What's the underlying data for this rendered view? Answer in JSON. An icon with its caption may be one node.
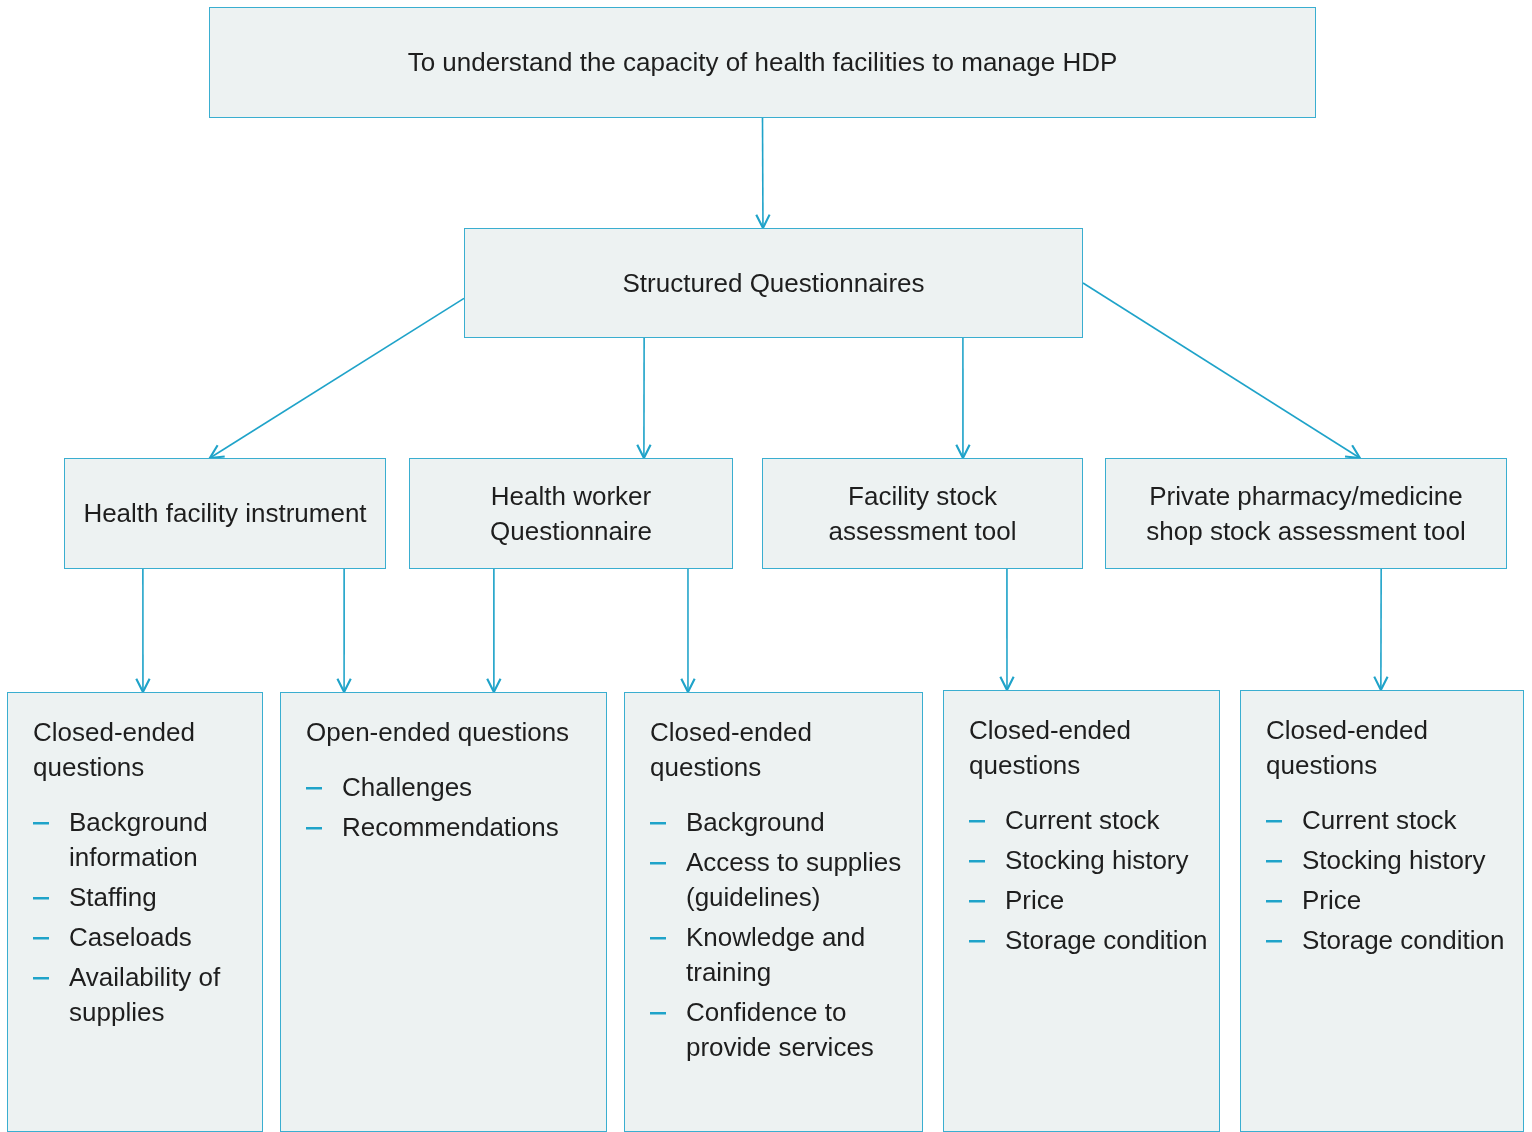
{
  "diagram": {
    "nodes": [
      {
        "text": [
          "To understand the capacity of health facilities to manage HDP"
        ]
      },
      {
        "text": [
          "Structured Questionnaires"
        ]
      },
      {
        "text": [
          "Health facility instrument"
        ]
      },
      {
        "text": [
          "Health worker Questionnaire"
        ]
      },
      {
        "text": [
          "Facility stock assessment tool"
        ]
      },
      {
        "text": [
          "Private pharmacy/medicine shop stock assessment tool"
        ]
      },
      {
        "text": [
          "Closed-ended questions",
          "Background information",
          "Staffing",
          "Caseloads",
          "Availability of supplies"
        ]
      },
      {
        "text": [
          "Open-ended questions",
          "Challenges",
          "Recommendations"
        ]
      },
      {
        "text": [
          "Closed-ended questions",
          "Background",
          "Access to supplies (guidelines)",
          "Knowledge and training",
          "Confidence to provide services"
        ]
      },
      {
        "text": [
          "Closed-ended questions",
          "Current stock",
          "Stocking history",
          "Price",
          "Storage condition"
        ]
      },
      {
        "text": [
          "Closed-ended questions",
          "Current stock",
          "Stocking history",
          "Price",
          "Storage condition"
        ]
      }
    ],
    "edges": [
      {
        "from": 0,
        "to": 1,
        "arrow": "to"
      },
      {
        "from": 1,
        "to": 2,
        "arrow": "to"
      },
      {
        "from": 1,
        "to": 3,
        "arrow": "to"
      },
      {
        "from": 1,
        "to": 4,
        "arrow": "to"
      },
      {
        "from": 1,
        "to": 5,
        "arrow": "to"
      },
      {
        "from": 2,
        "to": 6,
        "arrow": "to"
      },
      {
        "from": 2,
        "to": 7,
        "arrow": "to"
      },
      {
        "from": 3,
        "to": 7,
        "arrow": "to"
      },
      {
        "from": 3,
        "to": 8,
        "arrow": "to"
      },
      {
        "from": 4,
        "to": 9,
        "arrow": "to"
      },
      {
        "from": 5,
        "to": 10,
        "arrow": "to"
      }
    ]
  }
}
